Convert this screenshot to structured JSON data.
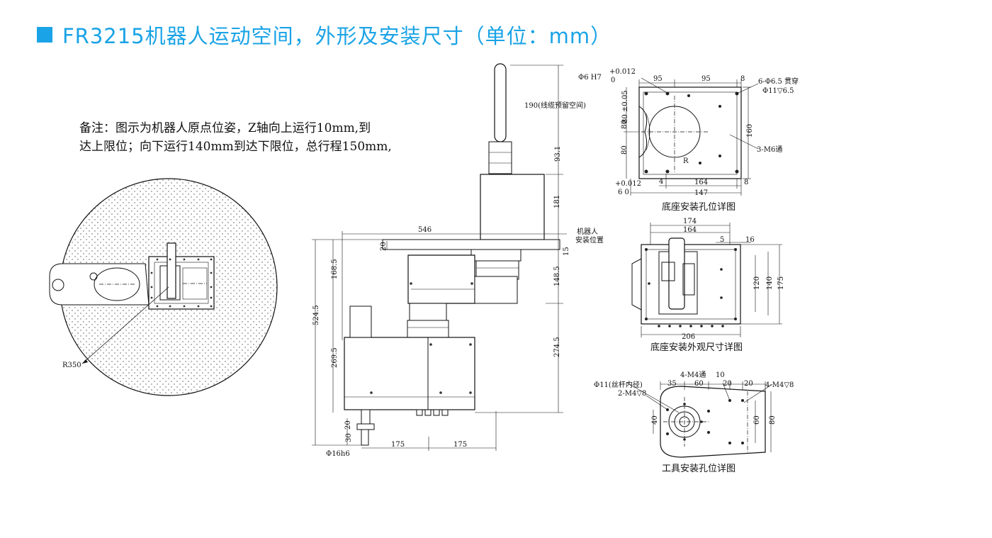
{
  "title": "FR3215机器人运动空间，外形及安装尺寸（单位：mm）",
  "note": {
    "line1": "备注：图示为机器人原点位姿，Z轴向上运行10mm,到",
    "line2": "达上限位；向下运行140mm到达下限位，总行程150mm,"
  },
  "workspace": {
    "radius_label": "R350"
  },
  "side_view": {
    "cable_space": "190(线缆预留空间)",
    "robot_install_pos_1": "机器人",
    "robot_install_pos_2": "安装位置",
    "d546": "546",
    "d20_top": "20",
    "d15": "15",
    "d93_1": "93.1",
    "d181": "181",
    "d168_5": "168.5",
    "d148_5": "148.5",
    "d524_5": "524.5",
    "d269_5": "269.5",
    "d274_5": "274.5",
    "d20_bot": "20",
    "d30": "30",
    "d175a": "175",
    "d175b": "175",
    "shaft": "Φ16h6"
  },
  "base_holes": {
    "caption": "底座安装孔位详图",
    "phi6": "Φ6 H7",
    "tol_top": "+0.012",
    "tol_zero": "0",
    "d95a": "95",
    "d95b": "95",
    "d8_top": "8",
    "holes6": "6-Φ6.5 贯穿",
    "holes11": "Φ11▽6.5",
    "tol_side": "80 ±0.05",
    "d80a": "80",
    "d80b": "80",
    "d160": "160",
    "m6": "3-M6通",
    "r": "R",
    "tol_bot1": "+0.012",
    "tol_bot2": "6  0",
    "d4": "4",
    "d164": "164",
    "d8_bot": "8",
    "d147": "147"
  },
  "base_outline": {
    "caption": "底座安装外观尺寸详图",
    "d174": "174",
    "d164": "164",
    "d5": "5",
    "d16": "16",
    "d120": "120",
    "d140": "140",
    "d175": "175",
    "d206": "206"
  },
  "tool_holes": {
    "caption": "工具安装孔位详图",
    "m4_thru": "4-M4通",
    "d10": "10",
    "phi11": "Φ11(丝杆内径)",
    "d35": "35",
    "d60": "60",
    "d20a": "20",
    "d20b": "20",
    "m4_8a": "4-M4▽8",
    "m4_8b": "2-M4▽8",
    "d40": "40",
    "d60v": "60",
    "d80v": "80"
  }
}
